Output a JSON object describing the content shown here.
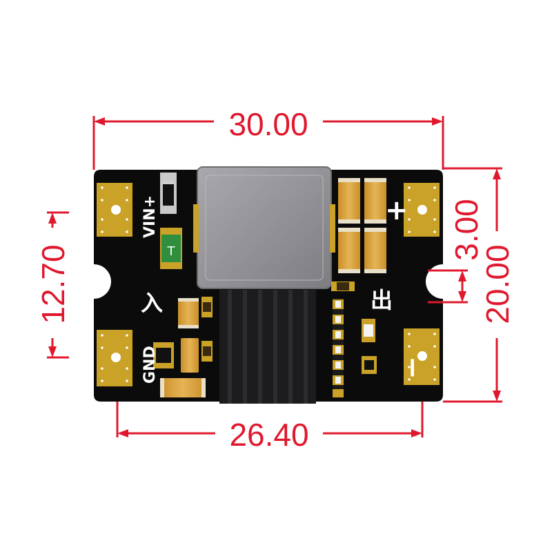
{
  "colors": {
    "dimension": "#e0182d",
    "board": "#0b0b0b",
    "pad": "#c9a227",
    "silkscreen": "#ffffff",
    "inductor": "#8f8f93",
    "heatsink": "#1c1c1e"
  },
  "dimensions": {
    "width_top": "30.00",
    "width_bottom": "26.40",
    "height_right": "20.00",
    "height_left": "12.70",
    "slot_offset": "3.00"
  },
  "silkscreen": {
    "vin_label": "VIN+",
    "gnd_label": "GND",
    "input_char": "入",
    "output_char": "出",
    "plus_sign": "+",
    "minus_sign": "−",
    "fuse_letter": "T"
  }
}
